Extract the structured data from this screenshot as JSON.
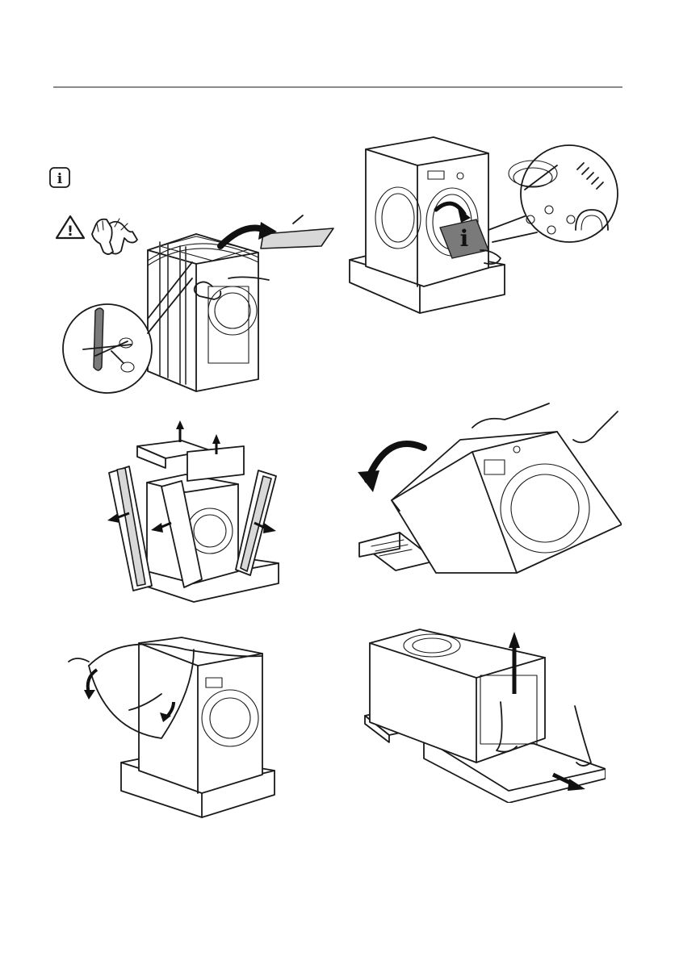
{
  "page": {
    "info_symbol": "i",
    "warning_symbol": "!"
  },
  "figures": [
    {
      "id": "fig-cut-straps",
      "icons": [
        "info-icon",
        "warning-icon",
        "gloves-icon",
        "scissors-icon"
      ]
    },
    {
      "id": "fig-accessories",
      "icons": [
        "hose-icon",
        "screws-icon",
        "feet-icon",
        "hose-bracket-icon"
      ],
      "manual_symbol": "i"
    },
    {
      "id": "fig-remove-cardboard",
      "icons": [
        "arrow-up-icon",
        "arrow-left-icon",
        "arrow-right-icon"
      ]
    },
    {
      "id": "fig-tilt-machine",
      "icons": [
        "rotate-arrow-icon"
      ]
    },
    {
      "id": "fig-remove-bag",
      "icons": [
        "curved-arrow-icon"
      ]
    },
    {
      "id": "fig-lift-from-base",
      "icons": [
        "arrow-up-icon",
        "arrow-diagonal-icon"
      ]
    }
  ],
  "colors": {
    "line": "#1a1a1a",
    "rule": "#8a8a8a",
    "shading": "#d8d8d8"
  }
}
